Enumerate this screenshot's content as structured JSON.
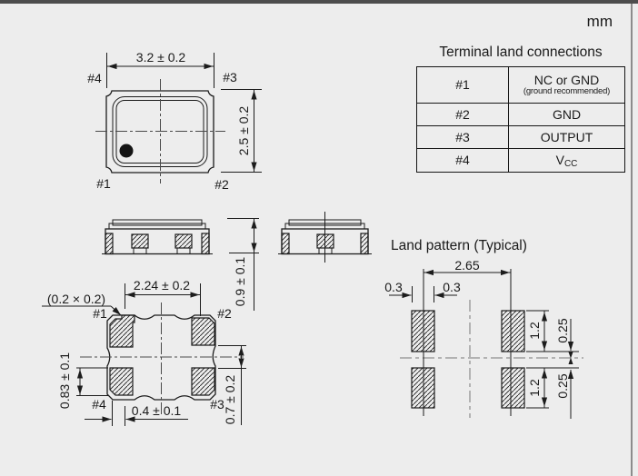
{
  "unit_label": "mm",
  "table": {
    "title": "Terminal land connections",
    "rows": [
      {
        "pin": "#1",
        "value": "NC or GND",
        "note": "(ground recommended)"
      },
      {
        "pin": "#2",
        "value": "GND"
      },
      {
        "pin": "#3",
        "value": "OUTPUT"
      },
      {
        "pin": "#4",
        "value": "V",
        "value_sub": "CC"
      }
    ]
  },
  "top_view": {
    "dim_width": "3.2 ± 0.2",
    "dim_height": "2.5 ± 0.2",
    "pins": {
      "p1": "#1",
      "p2": "#2",
      "p3": "#3",
      "p4": "#4"
    }
  },
  "side_view": {
    "dim_height": "0.9 ± 0.1"
  },
  "bottom_view": {
    "index_cut": "(0.2 × 0.2)",
    "dim_pad_span": "2.24 ± 0.2",
    "dim_pad_height": "0.83 ± 0.1",
    "dim_corner": "0.4 ± 0.1",
    "dim_gap": "0.7 ± 0.2",
    "pins": {
      "p1": "#1",
      "p2": "#2",
      "p3": "#3",
      "p4": "#4"
    }
  },
  "land_pattern": {
    "title": "Land pattern (Typical)",
    "dim_pitch": "2.65",
    "dim_left": "0.3",
    "dim_right": "0.3",
    "dim_pad_h_top": "1.2",
    "dim_pad_h_bottom": "1.2",
    "dim_offset_top": "0.25",
    "dim_offset_bottom": "0.25"
  },
  "colors": {
    "background": "#ededed",
    "line": "#1c1c1c",
    "top_bar": "#4d4d4d",
    "right_border": "#8c8c8c"
  }
}
